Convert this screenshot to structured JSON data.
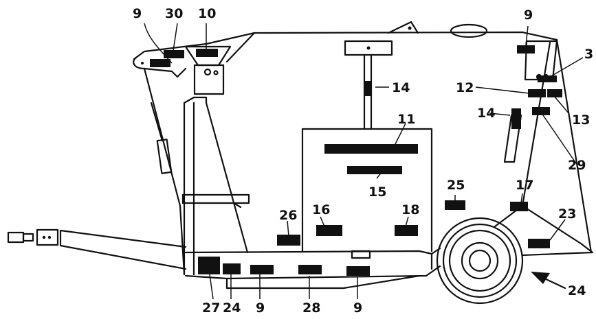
{
  "labels": {
    "l9a": "9",
    "l30": "30",
    "l10": "10",
    "l9b": "9",
    "l3": "3",
    "l14a": "14",
    "l12": "12",
    "l14b": "14",
    "l13": "13",
    "l11": "11",
    "l29": "29",
    "l15": "15",
    "l25": "25",
    "l17": "17",
    "l26": "26",
    "l16": "16",
    "l18": "18",
    "l23": "23",
    "l24b": "24",
    "l27": "27",
    "l24a": "24",
    "l9c": "9",
    "l28": "28",
    "l9d": "9"
  },
  "colors": {
    "ink": "#111111",
    "paper": "#ffffff"
  }
}
